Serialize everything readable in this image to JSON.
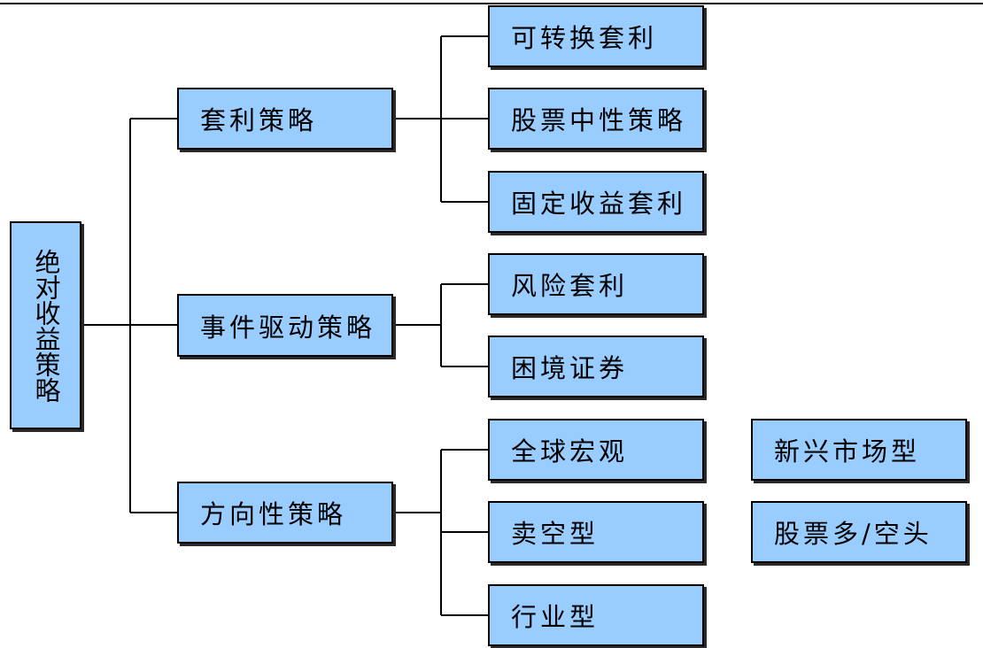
{
  "root": {
    "label": "绝对收益策略"
  },
  "branches": [
    {
      "label": "套利策略",
      "children": [
        "可转换套利",
        "股票中性策略",
        "固定收益套利"
      ]
    },
    {
      "label": "事件驱动策略",
      "children": [
        "风险套利",
        "困境证券"
      ]
    },
    {
      "label": "方向性策略",
      "children": [
        "全球宏观",
        "卖空型",
        "行业型"
      ]
    }
  ],
  "extra_boxes": [
    "新兴市场型",
    "股票多/空头"
  ],
  "colors": {
    "box_fill": "#99ccff",
    "border": "#000000",
    "line": "#000000"
  }
}
